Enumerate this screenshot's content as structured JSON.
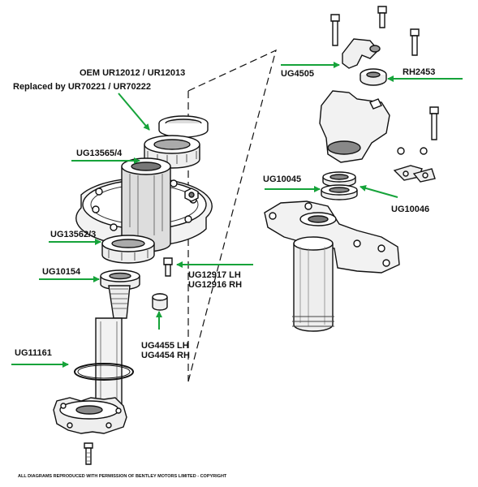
{
  "labels": {
    "oem": "OEM UR12012 / UR12013",
    "replaced": "Replaced by UR70221 / UR70222",
    "ug13565": "UG13565/4",
    "ug13562": "UG13562/3",
    "ug10154": "UG10154",
    "ug11161": "UG11161",
    "ug12917": "UG12917 LH",
    "ug12916": "UG12916 RH",
    "ug4455": "UG4455 LH",
    "ug4454": "UG4454 RH",
    "ug4505": "UG4505",
    "rh2453": "RH2453",
    "ug10045": "UG10045",
    "ug10046": "UG10046"
  },
  "footer": "ALL DIAGRAMS REPRODUCED WITH PERMISSION OF BENTLEY MOTORS LIMITED - COPYRIGHT",
  "colors": {
    "arrow": "#16a33a",
    "ink": "#111111",
    "shade": "#9a9a9a",
    "background": "#ffffff"
  }
}
